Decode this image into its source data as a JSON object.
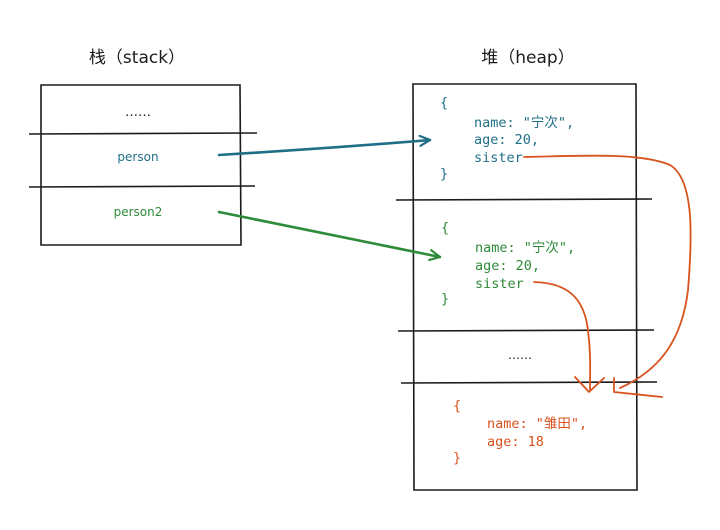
{
  "stack": {
    "title": "栈（stack）",
    "cells": [
      "……",
      "person",
      "person2"
    ]
  },
  "heap": {
    "title": "堆（heap）",
    "objects": [
      {
        "open": "{",
        "lines": [
          "name: \"宁次\",",
          "age: 20,",
          "sister"
        ],
        "close": "}",
        "color": "#1f6f87"
      },
      {
        "open": "{",
        "lines": [
          "name: \"宁次\",",
          "age: 20,",
          "sister"
        ],
        "close": "}",
        "color": "#2e8b3a"
      },
      {
        "ellipsis": "……"
      },
      {
        "open": "{",
        "lines": [
          "name: \"雏田\",",
          "age: 18"
        ],
        "close": "}",
        "color": "#d9531e"
      }
    ]
  },
  "colors": {
    "ink": "#1b1b1b",
    "teal": "#1f6f87",
    "green": "#2e8b3a",
    "orange": "#d9531e"
  }
}
